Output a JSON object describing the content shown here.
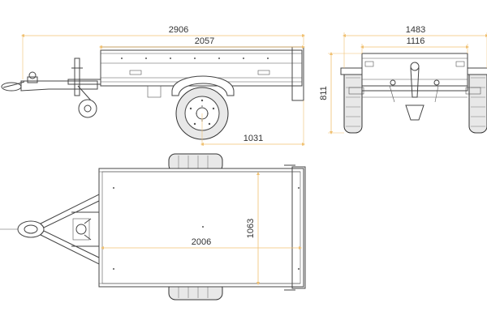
{
  "dimensions": {
    "overall_length": "2906",
    "box_length": "2057",
    "axle_to_rear": "1031",
    "overall_width": "1483",
    "box_width": "1116",
    "height": "811",
    "inner_length": "2006",
    "inner_width": "1063"
  },
  "colors": {
    "dimension_line": "#f0c070",
    "outline": "#444444",
    "background": "#ffffff"
  }
}
